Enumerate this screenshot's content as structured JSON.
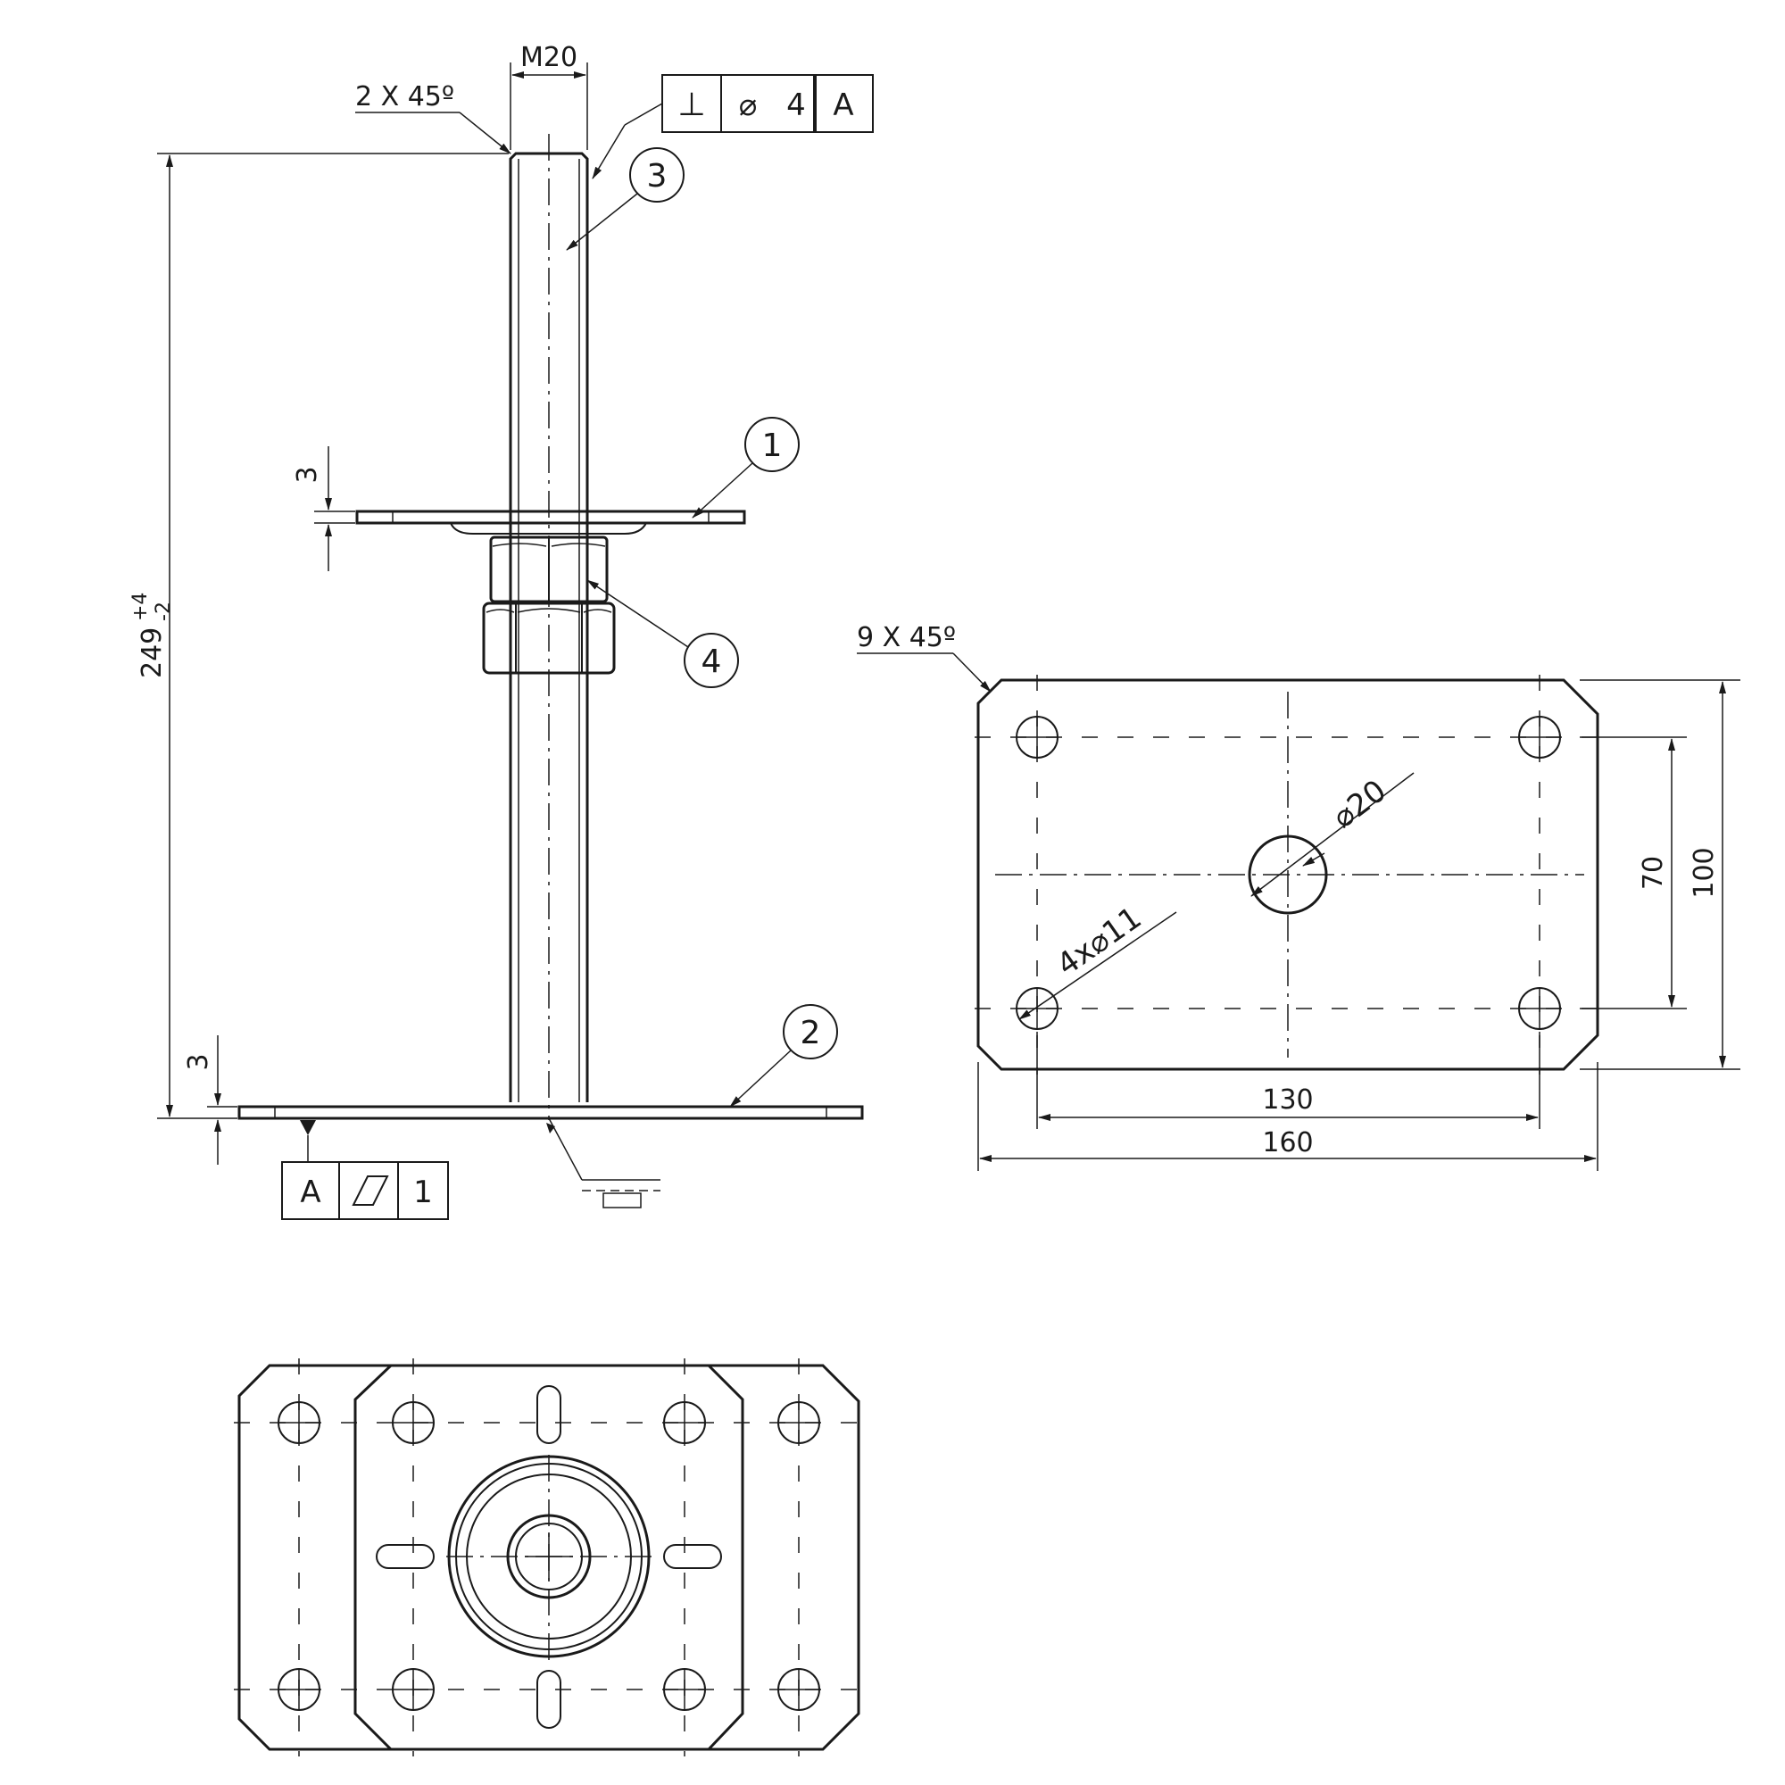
{
  "dimensions": {
    "thread": "M20",
    "top_chamfer": "2 X 45º",
    "height_main": "249",
    "height_tol_upper": "+4",
    "height_tol_lower": "-2",
    "top_plate_thickness": "3",
    "base_plate_thickness": "3",
    "plate_chamfer": "9 X 45º",
    "center_hole": "⌀20",
    "corner_holes": "4x⌀11",
    "hole_spacing_vertical": "70",
    "plate_height": "100",
    "hole_spacing_horizontal": "130",
    "plate_width": "160"
  },
  "balloons": [
    "1",
    "2",
    "3",
    "4"
  ],
  "frames": {
    "perpendicularity": {
      "symbol": "⊥",
      "tolerance_symbol": "⌀",
      "value": "4",
      "datum": "A"
    },
    "flatness": {
      "datum": "A",
      "symbol": "▱",
      "value": "1"
    }
  },
  "colors": {
    "line": "#1a1a1a",
    "background": "#ffffff"
  }
}
